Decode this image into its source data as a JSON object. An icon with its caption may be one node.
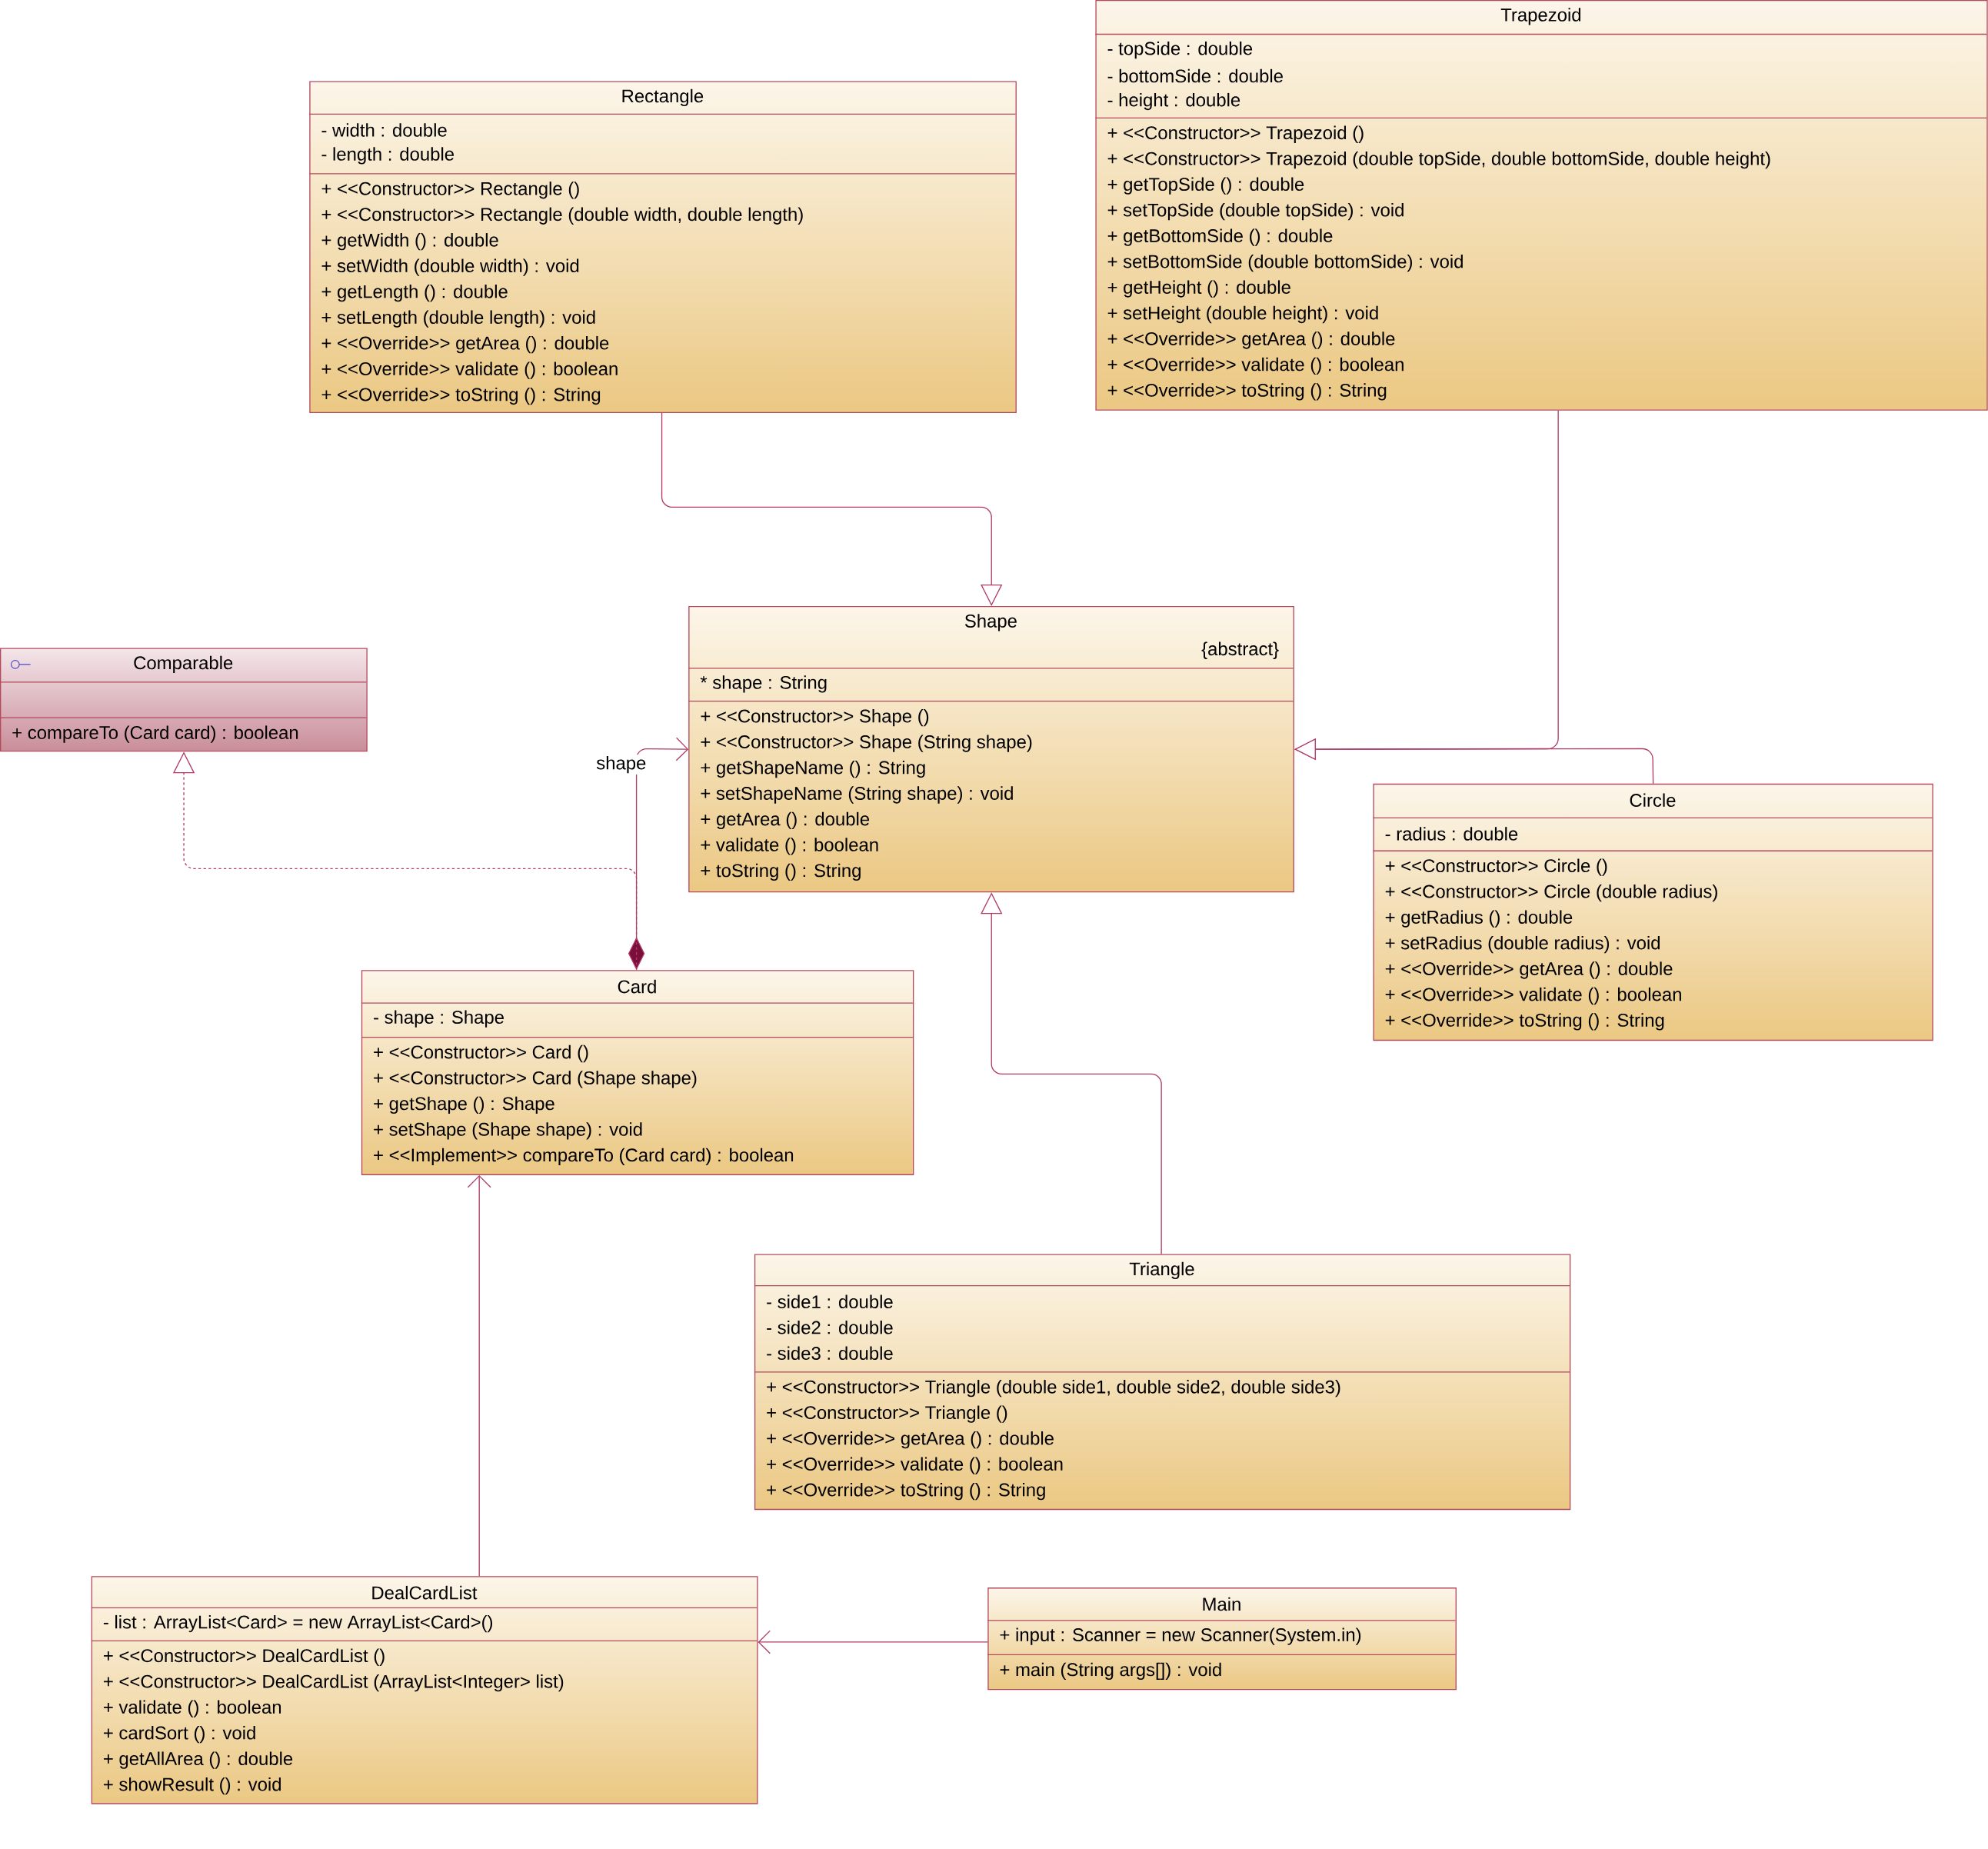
{
  "diagram": {
    "nodes": [
      {
        "text": [
          "Trapezoid",
          "- topSide : double",
          "- bottomSide : double",
          "- height : double",
          "+ <<Constructor>> Trapezoid ()",
          "+ <<Constructor>> Trapezoid (double topSide, double bottomSide, double height)",
          "+ getTopSide () : double",
          "+ setTopSide (double topSide) : void",
          "+ getBottomSide () : double",
          "+ setBottomSide (double bottomSide) : void",
          "+ getHeight () : double",
          "+ setHeight (double height) : void",
          "+ <<Override>> getArea () : double",
          "+ <<Override>> validate () : boolean",
          "+ <<Override>> toString () : String"
        ]
      },
      {
        "text": [
          "Rectangle",
          "- width : double",
          "- length : double",
          "+ <<Constructor>> Rectangle ()",
          "+ <<Constructor>> Rectangle (double width, double length)",
          "+ getWidth () : double",
          "+ setWidth (double width) : void",
          "+ getLength () : double",
          "+ setLength (double length) : void",
          "+ <<Override>> getArea () : double",
          "+ <<Override>> validate () : boolean",
          "+ <<Override>> toString () : String"
        ]
      },
      {
        "text": [
          "Shape",
          "{abstract}",
          "* shape : String",
          "+ <<Constructor>> Shape ()",
          "+ <<Constructor>> Shape (String shape)",
          "+ getShapeName () : String",
          "+ setShapeName (String shape) : void",
          "+ getArea () : double",
          "+ validate () : boolean",
          "+ toString () : String"
        ]
      },
      {
        "text": [
          "Comparable",
          "+ compareTo (Card card) : boolean"
        ]
      },
      {
        "text": [
          "Circle",
          "- radius : double",
          "+ <<Constructor>> Circle ()",
          "+ <<Constructor>> Circle (double radius)",
          "+ getRadius () : double",
          "+ setRadius (double radius) : void",
          "+ <<Override>> getArea () : double",
          "+ <<Override>> validate () : boolean",
          "+ <<Override>> toString () : String"
        ]
      },
      {
        "text": [
          "Card",
          "- shape : Shape",
          "+ <<Constructor>> Card ()",
          "+ <<Constructor>> Card (Shape shape)",
          "+ getShape () : Shape",
          "+ setShape (Shape shape) : void",
          "+ <<Implement>> compareTo (Card card) : boolean"
        ]
      },
      {
        "text": [
          "Triangle",
          "- side1 : double",
          "- side2 : double",
          "- side3 : double",
          "+ <<Constructor>> Triangle (double side1, double side2, double side3)",
          "+ <<Constructor>> Triangle ()",
          "+ <<Override>> getArea () : double",
          "+ <<Override>> validate () : boolean",
          "+ <<Override>> toString () : String"
        ]
      },
      {
        "text": [
          "DealCardList",
          "- list : ArrayList<Card> = new ArrayList<Card>()",
          "+ <<Constructor>> DealCardList ()",
          "+ <<Constructor>> DealCardList (ArrayList<Integer> list)",
          "+ validate () : boolean",
          "+ cardSort () : void",
          "+ getAllArea () : double",
          "+ showResult () : void"
        ]
      },
      {
        "text": [
          "Main",
          "+ input : Scanner = new Scanner(System.in)",
          "+ main (String args[]) : void"
        ]
      }
    ],
    "edges": [
      {
        "from": 1,
        "to": 2,
        "arrow": "to"
      },
      {
        "from": 0,
        "to": 2,
        "arrow": "to"
      },
      {
        "from": 4,
        "to": 2,
        "arrow": "to"
      },
      {
        "from": 6,
        "to": 2,
        "arrow": "to"
      },
      {
        "from": 5,
        "to": 2,
        "arrow": "to",
        "label": "shape"
      },
      {
        "from": 5,
        "to": 3,
        "arrow": "to",
        "style": "dashed"
      },
      {
        "from": 7,
        "to": 5,
        "arrow": "to"
      },
      {
        "from": 8,
        "to": 7,
        "arrow": "to"
      }
    ]
  }
}
